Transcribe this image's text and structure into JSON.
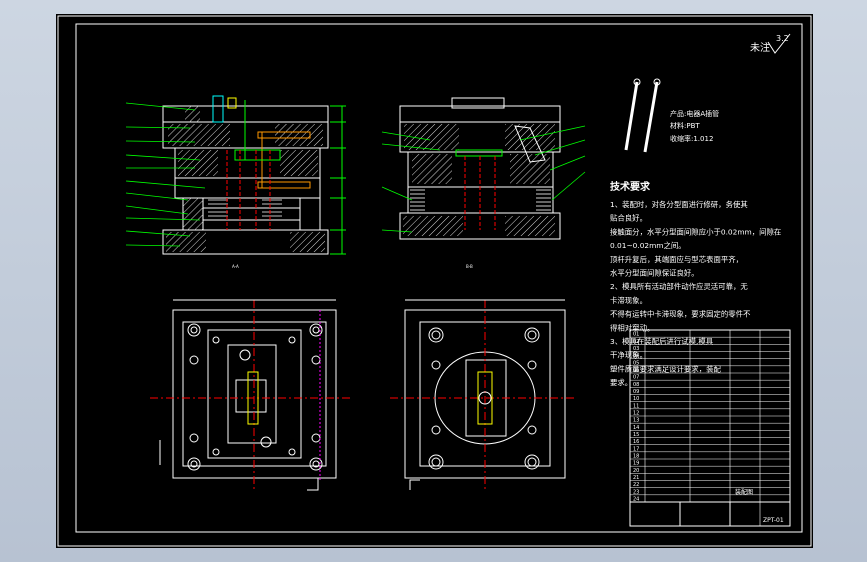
{
  "colors": {
    "background": "#c3cddb",
    "paper": "#000000",
    "line": "#ffffff",
    "leader": "#00ff00",
    "center_line": "#ff0000",
    "cyan": "#00ffff",
    "yellow": "#ffff00",
    "orange": "#ff9900",
    "blue": "#3b6cff",
    "hatch": "#d8d8d8"
  },
  "drawing": {
    "roughness_note": "未注",
    "roughness_value": "3.2",
    "section_a_caption": "A-A",
    "section_b_caption": "B-B"
  },
  "product": {
    "name": "产品:电器A插管",
    "material": "材料:PBT",
    "shrinkage": "收缩率:1.012"
  },
  "tech_requirements": {
    "title": "技术要求",
    "lines": [
      "1、装配时，对各分型面进行修研，务使其",
      "贴合良好。",
      "接触面分，水平分型面间隙应小于0.02mm，间隙在",
      "0.01~0.02mm之间。",
      "顶杆升复后，其端面应与型芯表面平齐，",
      "水平分型面间隙保证良好。",
      "2、模具所有活动部件动作应灵活可靠，无",
      "卡滞现象。",
      "不得有运转中卡滞现象，要求固定的零件不",
      "得相对窜动。",
      "3、模具在装配后进行试模,模具",
      "干净现象。",
      "塑件质量要求满足设计要求，装配",
      "要求。"
    ]
  },
  "title_block": {
    "rows": [
      "01",
      "02",
      "03",
      "04",
      "05",
      "06",
      "07",
      "08",
      "09",
      "10",
      "11",
      "12",
      "13",
      "14",
      "15",
      "16",
      "17",
      "18",
      "19",
      "20",
      "21",
      "22",
      "23",
      "24"
    ],
    "assembly_label": "装配图",
    "drawing_no": "ZPT-01"
  }
}
